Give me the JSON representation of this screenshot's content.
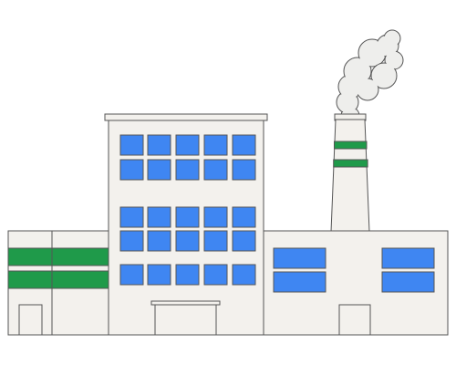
{
  "illustration": {
    "subject": "factory",
    "colors": {
      "background": "#ffffff",
      "wall": "#f3f1ed",
      "outline": "#555555",
      "window": "#3f86f2",
      "stripe": "#1f9a4a",
      "smoke": "#eeeeec"
    },
    "central_tower": {
      "window_rows": 5,
      "window_cols": 5
    },
    "left_wing": {
      "stripes": 2
    },
    "right_wing": {
      "window_columns": 2,
      "window_rows": 2
    },
    "chimney": {
      "stripes": 2,
      "smoke_puffs": 8
    }
  }
}
